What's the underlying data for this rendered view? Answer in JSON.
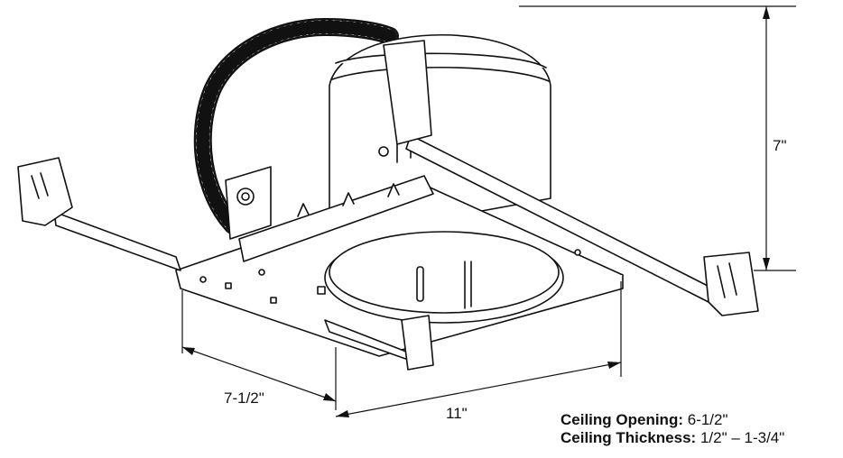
{
  "dimensions": {
    "height": "7\"",
    "width": "11\"",
    "depth": "7-1/2\""
  },
  "specs": {
    "ceiling_opening_label": "Ceiling Opening:",
    "ceiling_opening_value": "6-1/2\"",
    "ceiling_thickness_label": "Ceiling Thickness:",
    "ceiling_thickness_value": "1/2\" – 1-3/4\""
  }
}
